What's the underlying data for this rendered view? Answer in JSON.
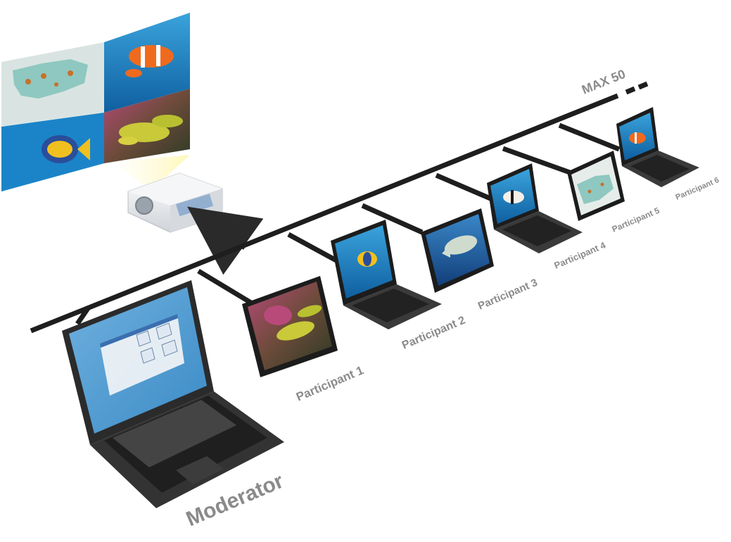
{
  "network": {
    "max_label": "MAX 50"
  },
  "moderator": {
    "label": "Moderator"
  },
  "participants": [
    {
      "label": "Participant 1",
      "screen": "aquarium-fish"
    },
    {
      "label": "Participant 2",
      "screen": "angelfish"
    },
    {
      "label": "Participant 3",
      "screen": "blue-fish"
    },
    {
      "label": "Participant 4",
      "screen": "butterflyfish"
    },
    {
      "label": "Participant 5",
      "screen": "us-map"
    },
    {
      "label": "Participant 6",
      "screen": "clownfish"
    }
  ],
  "projection": {
    "panels": [
      "us-map",
      "clownfish",
      "angelfish",
      "aquarium-fish"
    ]
  },
  "colors": {
    "cable": "#1e1e1e",
    "label": "#8a8a8a",
    "screen_blue": "#2f86c8",
    "laptop_body": "#2b2b2b"
  }
}
